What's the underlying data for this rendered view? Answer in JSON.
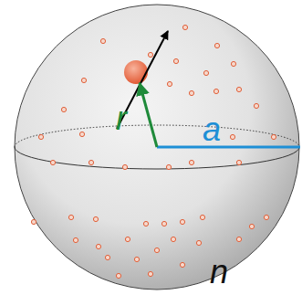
{
  "diagram": {
    "labels": [
      "r",
      "a",
      "n"
    ]
  }
}
